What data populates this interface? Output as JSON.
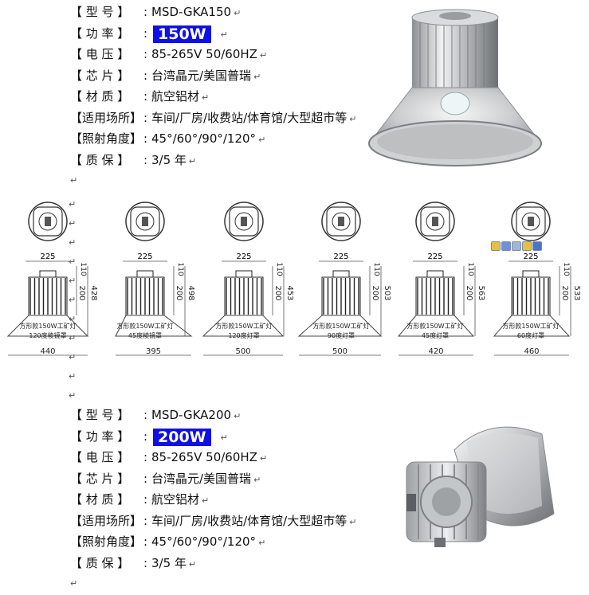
{
  "products": [
    {
      "specs": [
        {
          "label": "【 型 号 】",
          "value": "MSD-GKA150"
        },
        {
          "label": "【 功 率 】",
          "value": "150W",
          "highlight": true
        },
        {
          "label": "【 电 压 】",
          "value": "85-265V 50/60HZ"
        },
        {
          "label": "【 芯 片 】",
          "value": "台湾晶元/美国普瑞"
        },
        {
          "label": "【 材 质 】",
          "value": "航空铝材"
        },
        {
          "label": "【适用场所】",
          "value": "车间/厂房/收费站/体育馆/大型超市等"
        },
        {
          "label": "【照射角度】",
          "value": "45°/60°/90°/120°"
        },
        {
          "label": "【 质 保 】",
          "value": "3/5 年"
        }
      ]
    },
    {
      "specs": [
        {
          "label": "【 型 号 】",
          "value": "MSD-GKA200"
        },
        {
          "label": "【 功 率 】",
          "value": "200W",
          "highlight": true
        },
        {
          "label": "【 电 压 】",
          "value": "85-265V 50/60HZ"
        },
        {
          "label": "【 芯 片 】",
          "value": "台湾晶元/美国普瑞"
        },
        {
          "label": "【 材 质 】",
          "value": "航空铝材"
        },
        {
          "label": "【适用场所】",
          "value": "车间/厂房/收费站/体育馆/大型超市等"
        },
        {
          "label": "【照射角度】",
          "value": "45°/60°/90°/120°"
        },
        {
          "label": "【 质 保 】",
          "value": "3/5 年"
        }
      ]
    }
  ],
  "paragraph_mark": "↵",
  "diagrams": [
    {
      "top_width": "225",
      "body_height": "110",
      "inner_height": "200",
      "total_height": "428",
      "caption1": "方形款150W工矿灯",
      "caption2": "120度棱镜罩",
      "bottom_width": "440"
    },
    {
      "top_width": "225",
      "body_height": "110",
      "inner_height": "200",
      "total_height": "498",
      "caption1": "方形款150W工矿灯",
      "caption2": "45度棱镜罩",
      "bottom_width": "395"
    },
    {
      "top_width": "225",
      "body_height": "110",
      "inner_height": "200",
      "total_height": "453",
      "caption1": "方形款150W工矿灯",
      "caption2": "120度灯罩",
      "bottom_width": "500"
    },
    {
      "top_width": "225",
      "body_height": "110",
      "inner_height": "200",
      "total_height": "503",
      "caption1": "方形款150W工矿灯",
      "caption2": "90度灯罩",
      "bottom_width": "500"
    },
    {
      "top_width": "225",
      "body_height": "110",
      "inner_height": "200",
      "total_height": "563",
      "caption1": "方形款150W工矿灯",
      "caption2": "45度灯罩",
      "bottom_width": "420"
    },
    {
      "top_width": "225",
      "body_height": "110",
      "inner_height": "200",
      "total_height": "533",
      "caption1": "方形款150W工矿灯",
      "caption2": "60度灯罩",
      "bottom_width": "460"
    }
  ],
  "icons": [
    "app-icon",
    "save-icon",
    "table-icon",
    "link-icon",
    "bookmark-icon"
  ]
}
